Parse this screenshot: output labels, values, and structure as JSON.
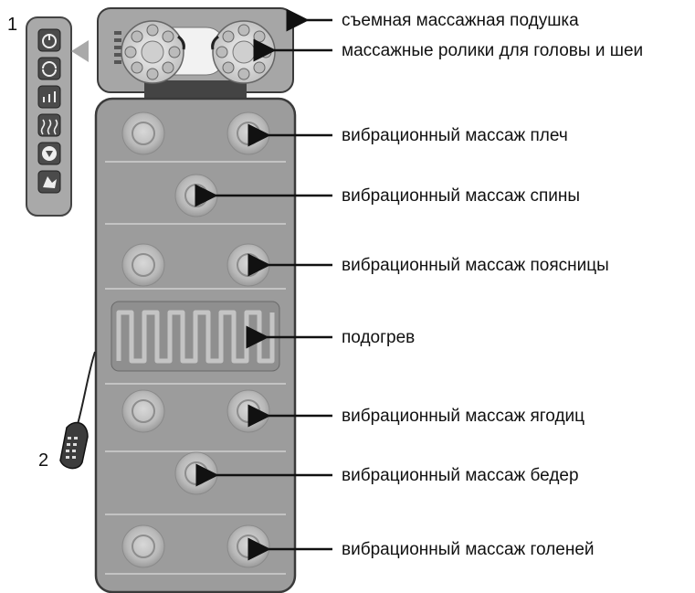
{
  "labels": {
    "pillow": "съемная массажная подушка",
    "head_neck_rollers": "массажные ролики для головы и шеи",
    "shoulders": "вибрационный массаж плеч",
    "back": "вибрационный массаж спины",
    "lower_back": "вибрационный массаж поясницы",
    "heating": "подогрев",
    "buttocks": "вибрационный массаж ягодиц",
    "thighs": "вибрационный массаж бедер",
    "shins": "вибрационный массаж голеней"
  },
  "numbers": {
    "control_panel": "1",
    "remote": "2"
  },
  "control_panel_icons": [
    "power-icon",
    "rotate-icon",
    "intensity-icon",
    "heat-waves-icon",
    "heart-shield-icon",
    "hand-massage-icon"
  ],
  "colors": {
    "mat_fill": "#9c9c9c",
    "pillow_fill": "#a6a6a6",
    "outline": "#3a3a3a",
    "text": "#111111"
  }
}
